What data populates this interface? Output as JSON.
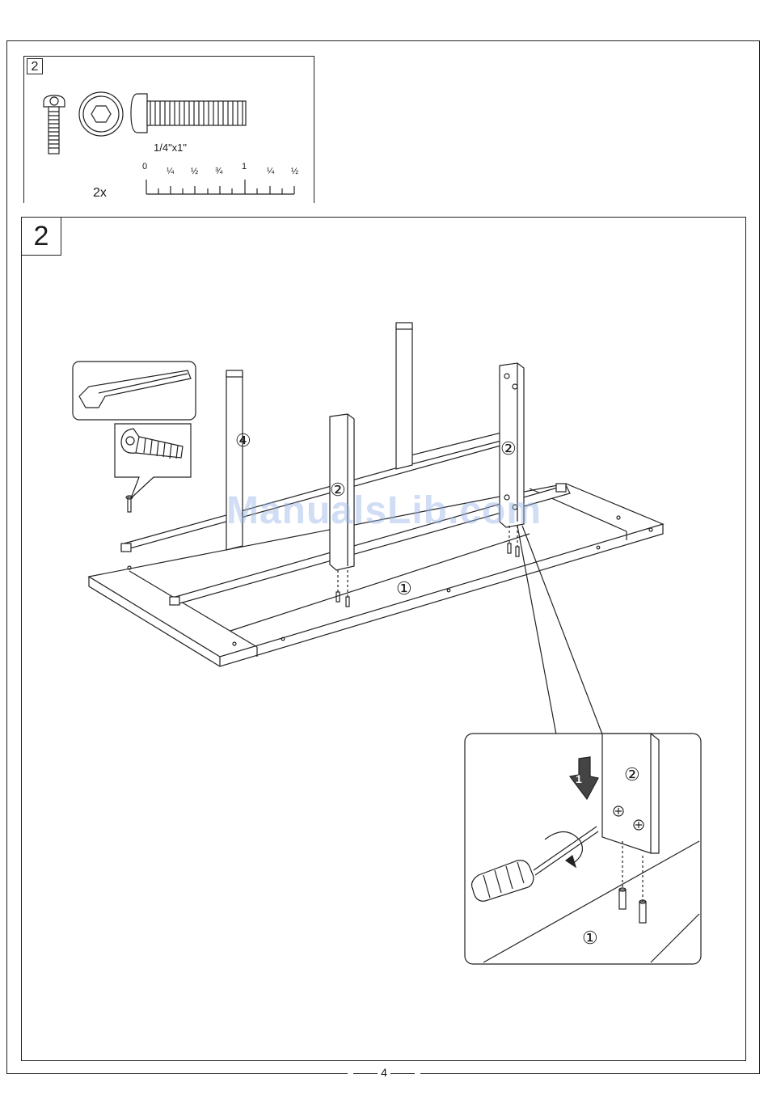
{
  "parts": {
    "part_number": "2",
    "bolt_size": "1/4\"x1\"",
    "quantity": "2x",
    "ruler_labels": [
      "0",
      "¼",
      "½",
      "¾",
      "1",
      "¼",
      "½"
    ]
  },
  "step": {
    "number": "2"
  },
  "callouts": {
    "apron": "④",
    "leg_left": "②",
    "leg_right": "②",
    "tabletop": "①",
    "detail_leg": "②",
    "detail_top": "①",
    "detail_arrow": "1"
  },
  "watermark": "ManualsLib.com",
  "footer": {
    "page_number": "4"
  },
  "colors": {
    "line": "#222222",
    "watermark": "#96b4e6"
  }
}
